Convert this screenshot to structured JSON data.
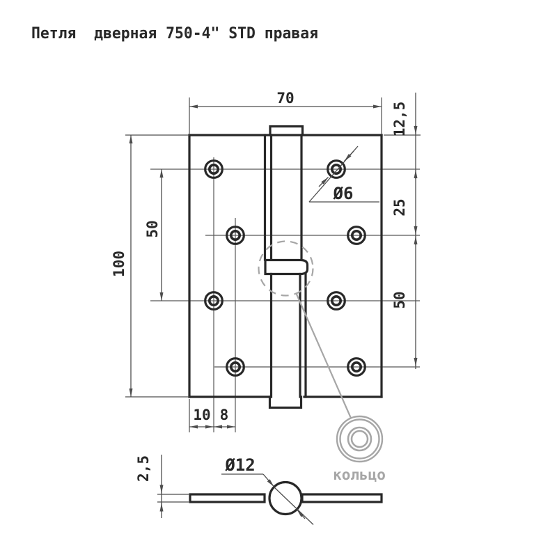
{
  "title": "Петля  дверная 750-4\" STD правая",
  "colors": {
    "outline": "#282828",
    "dimension": "#4d4d4d",
    "detail_gray": "#a6a6a6",
    "background": "#ffffff"
  },
  "front_view": {
    "dims": {
      "width": "70",
      "height": "100",
      "top_to_row1": "12,5",
      "row1_to_row2": "25",
      "row2_to_row4": "50",
      "row1_to_row3": "50",
      "edge_to_col1": "10",
      "col1_to_col2": "8",
      "screw_hole_diameter": "Ø6"
    },
    "detail_label": "кольцо"
  },
  "bottom_view": {
    "dims": {
      "leaf_thickness": "2,5",
      "knuckle_diameter": "Ø12"
    }
  }
}
